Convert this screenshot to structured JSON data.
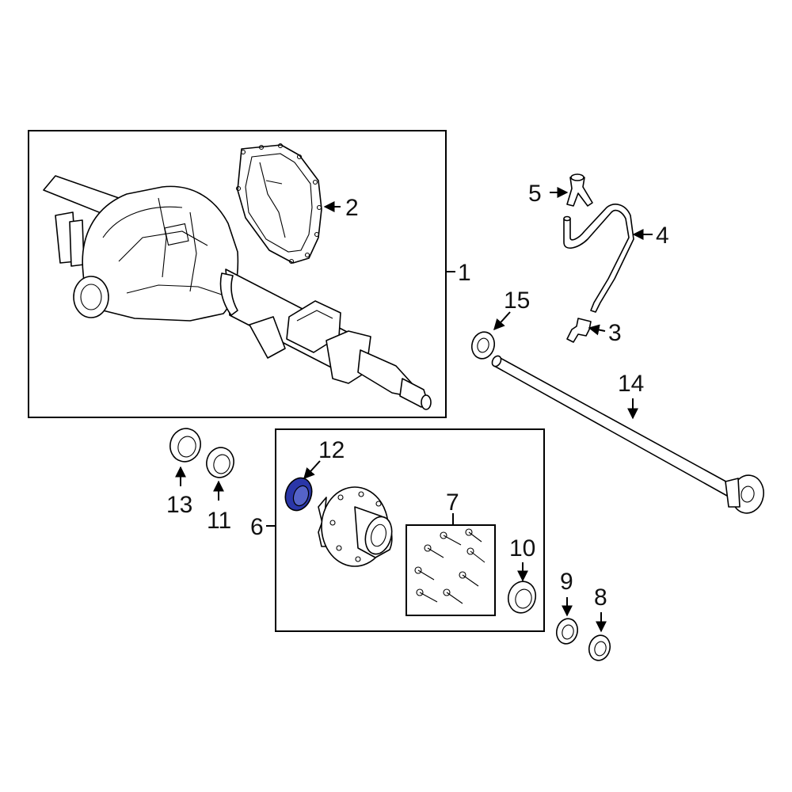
{
  "diagram": {
    "highlight_color": "#2a36a8",
    "line_color": "#000000",
    "background": "#ffffff",
    "highlighted_part": "12",
    "callouts": [
      {
        "id": "c1",
        "label": "1"
      },
      {
        "id": "c2",
        "label": "2"
      },
      {
        "id": "c3",
        "label": "3"
      },
      {
        "id": "c4",
        "label": "4"
      },
      {
        "id": "c5",
        "label": "5"
      },
      {
        "id": "c6",
        "label": "6"
      },
      {
        "id": "c7",
        "label": "7"
      },
      {
        "id": "c8",
        "label": "8"
      },
      {
        "id": "c9",
        "label": "9"
      },
      {
        "id": "c10",
        "label": "10"
      },
      {
        "id": "c11",
        "label": "11"
      },
      {
        "id": "c12",
        "label": "12"
      },
      {
        "id": "c13",
        "label": "13"
      },
      {
        "id": "c14",
        "label": "14"
      },
      {
        "id": "c15",
        "label": "15"
      }
    ]
  }
}
